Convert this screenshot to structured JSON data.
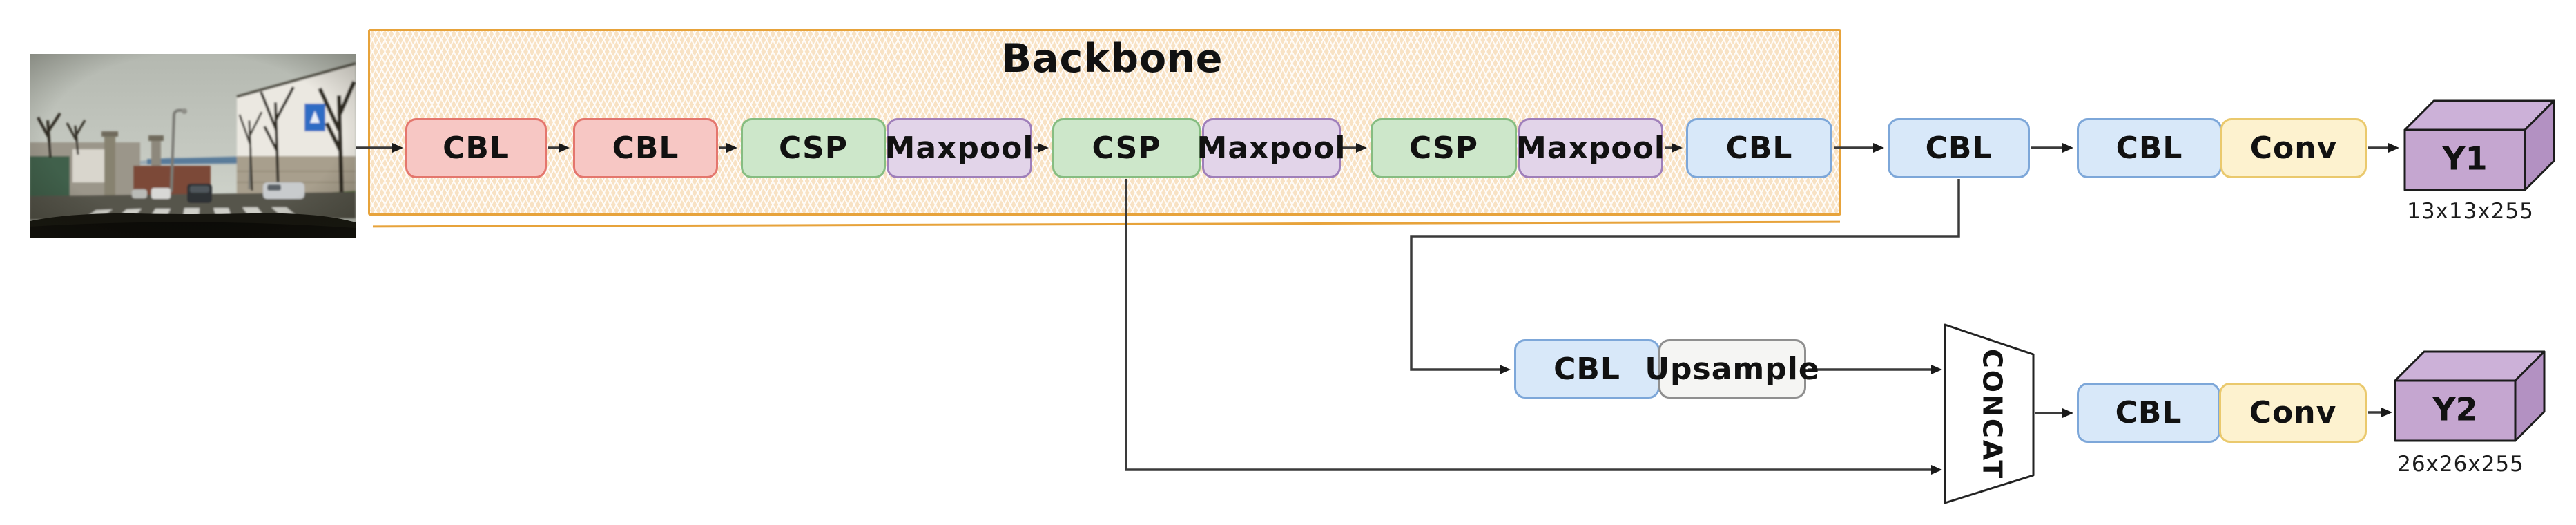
{
  "backbone": {
    "title": "Backbone",
    "blocks": [
      {
        "label": "CBL",
        "type": "cbl-input"
      },
      {
        "label": "CBL",
        "type": "cbl-input"
      },
      {
        "label": "CSP",
        "type": "csp"
      },
      {
        "label": "Maxpool",
        "type": "maxpool"
      },
      {
        "label": "CSP",
        "type": "csp"
      },
      {
        "label": "Maxpool",
        "type": "maxpool"
      },
      {
        "label": "CSP",
        "type": "csp"
      },
      {
        "label": "Maxpool",
        "type": "maxpool"
      },
      {
        "label": "CBL",
        "type": "cbl"
      }
    ]
  },
  "head": {
    "row1": [
      {
        "label": "CBL",
        "type": "cbl"
      },
      {
        "label": "CBL",
        "type": "cbl"
      },
      {
        "label": "Conv",
        "type": "conv"
      }
    ],
    "upsample_branch": [
      {
        "label": "CBL",
        "type": "cbl"
      },
      {
        "label": "Upsample",
        "type": "upsample"
      }
    ],
    "concat_label": "CONCAT",
    "row2": [
      {
        "label": "CBL",
        "type": "cbl"
      },
      {
        "label": "Conv",
        "type": "conv"
      }
    ]
  },
  "outputs": [
    {
      "name": "Y1",
      "dims": "13x13x255"
    },
    {
      "name": "Y2",
      "dims": "26x26x255"
    }
  ],
  "colors": {
    "backbone_border": "#e7a33b",
    "backbone_fill": "#f8e2c4",
    "cbl_input_fill": "#f7c7c4",
    "cbl_input_border": "#e4766d",
    "csp_fill": "#cde7ca",
    "csp_border": "#86bd81",
    "maxpool_fill": "#e2d4e9",
    "maxpool_border": "#9f7fba",
    "cbl_fill": "#d8e8f9",
    "cbl_border": "#7da7d9",
    "conv_fill": "#fdf2cf",
    "conv_border": "#eac96d",
    "upsample_fill": "#f5f5f3",
    "upsample_border": "#8f8f8f",
    "cube_front": "#c5a6d0",
    "cube_top": "#ccb1d8",
    "cube_side": "#b391c2",
    "wire": "#3a3a3a"
  }
}
